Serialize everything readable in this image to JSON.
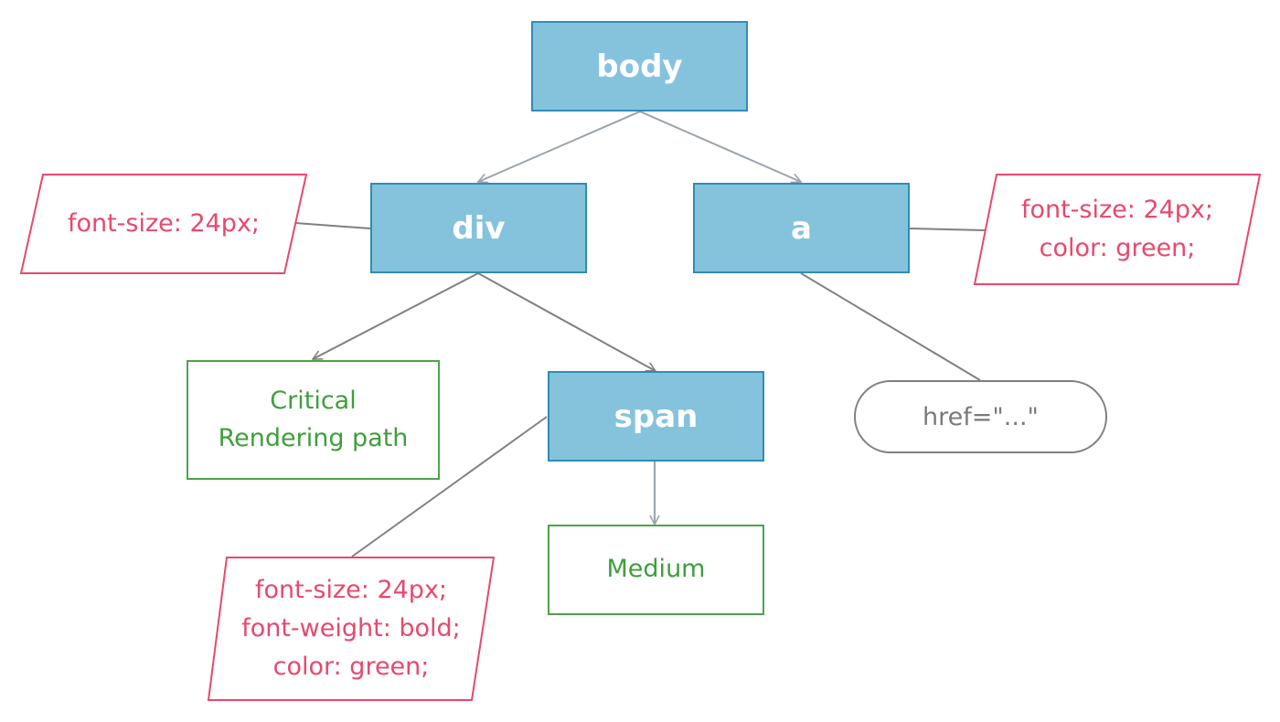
{
  "colors": {
    "element_fill": "#85c3dd",
    "element_border": "#2e8db6",
    "text_node": "#3f9e3c",
    "style_rule": "#e8486e",
    "attribute": "#7a7a7a",
    "edge_arrow": "#9aa3ad",
    "edge_line": "#808080"
  },
  "nodes": {
    "body": "body",
    "div": "div",
    "a": "a",
    "span": "span",
    "text_critical": [
      "Critical",
      "Rendering path"
    ],
    "text_medium": "Medium",
    "attr_href": "href=\"...\""
  },
  "styles": {
    "div": [
      "font-size: 24px;"
    ],
    "a": [
      "font-size: 24px;",
      "color: green;"
    ],
    "span": [
      "font-size: 24px;",
      "font-weight: bold;",
      "color: green;"
    ]
  }
}
